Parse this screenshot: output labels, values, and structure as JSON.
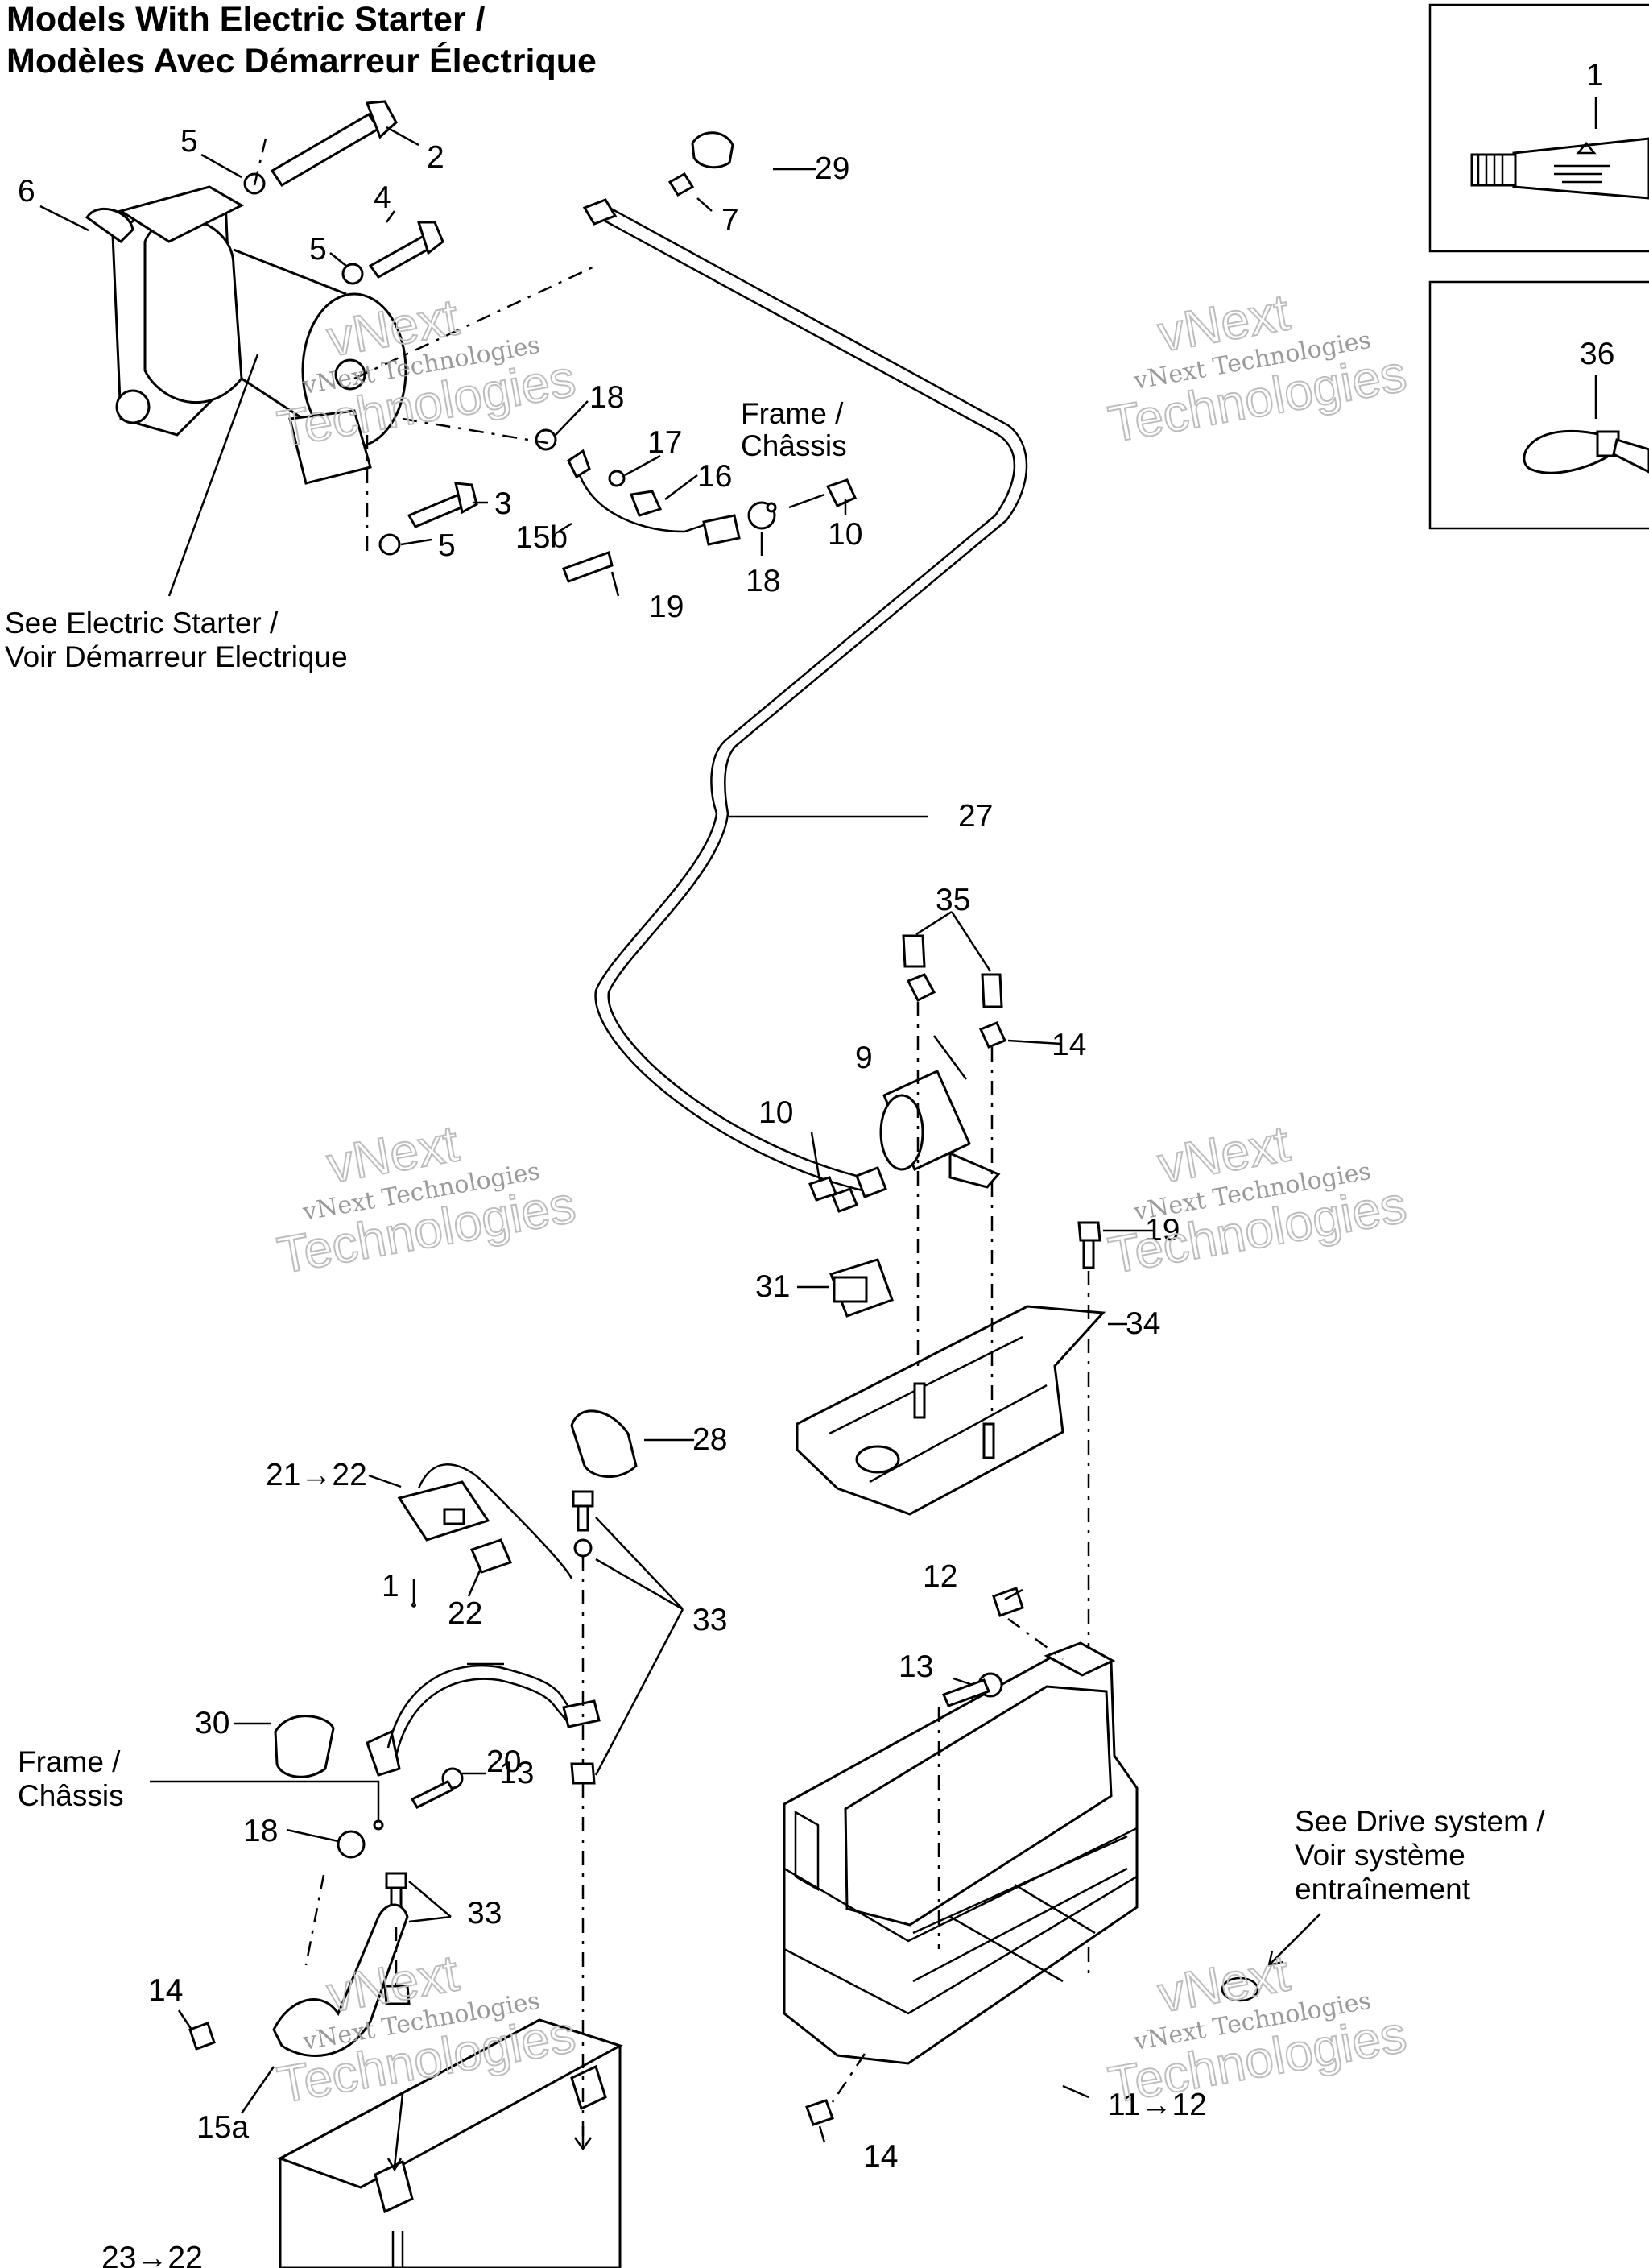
{
  "title": {
    "line1": "Models With Electric Starter /",
    "line2": "Modèles Avec Démarreur Électrique"
  },
  "notes": {
    "electric_starter_1": "See Electric Starter /",
    "electric_starter_2": "Voir Démarreur Electrique",
    "frame_top_1": "Frame /",
    "frame_top_2": "Châssis",
    "frame_bottom_1": "Frame /",
    "frame_bottom_2": "Châssis",
    "drive_1": "See Drive system /",
    "drive_2": "Voir système",
    "drive_3": "entraînement"
  },
  "callouts": {
    "c1": "1",
    "c2": "2",
    "c3": "3",
    "c4": "4",
    "c5a": "5",
    "c5b": "5",
    "c5c": "5",
    "c6": "6",
    "c7": "7",
    "c9": "9",
    "c10a": "10",
    "c10b": "10",
    "c11": "11→12",
    "c12": "12",
    "c13a": "13",
    "c13b": "13",
    "c14a": "14",
    "c14b": "14",
    "c14c": "14",
    "c15a": "15a",
    "c15b": "15b",
    "c16": "16",
    "c17": "17",
    "c18a": "18",
    "c18b": "18",
    "c18c": "18",
    "c19a": "19",
    "c19b": "19",
    "c20": "20",
    "c21": "21→22",
    "c22": "22",
    "c1drop": "1",
    "c23": "23→22",
    "c27": "27",
    "c28": "28",
    "c29": "29",
    "c30": "30",
    "c31": "31",
    "c33a": "33",
    "c33b": "33",
    "c34": "34",
    "c35": "35",
    "c36": "36"
  },
  "watermark": {
    "line1": "vNext Technologies",
    "line2": "vNext",
    "line3": "Technologies"
  },
  "colors": {
    "ink": "#000000",
    "watermark": "#9a9a9a",
    "background": "#ffffff"
  }
}
